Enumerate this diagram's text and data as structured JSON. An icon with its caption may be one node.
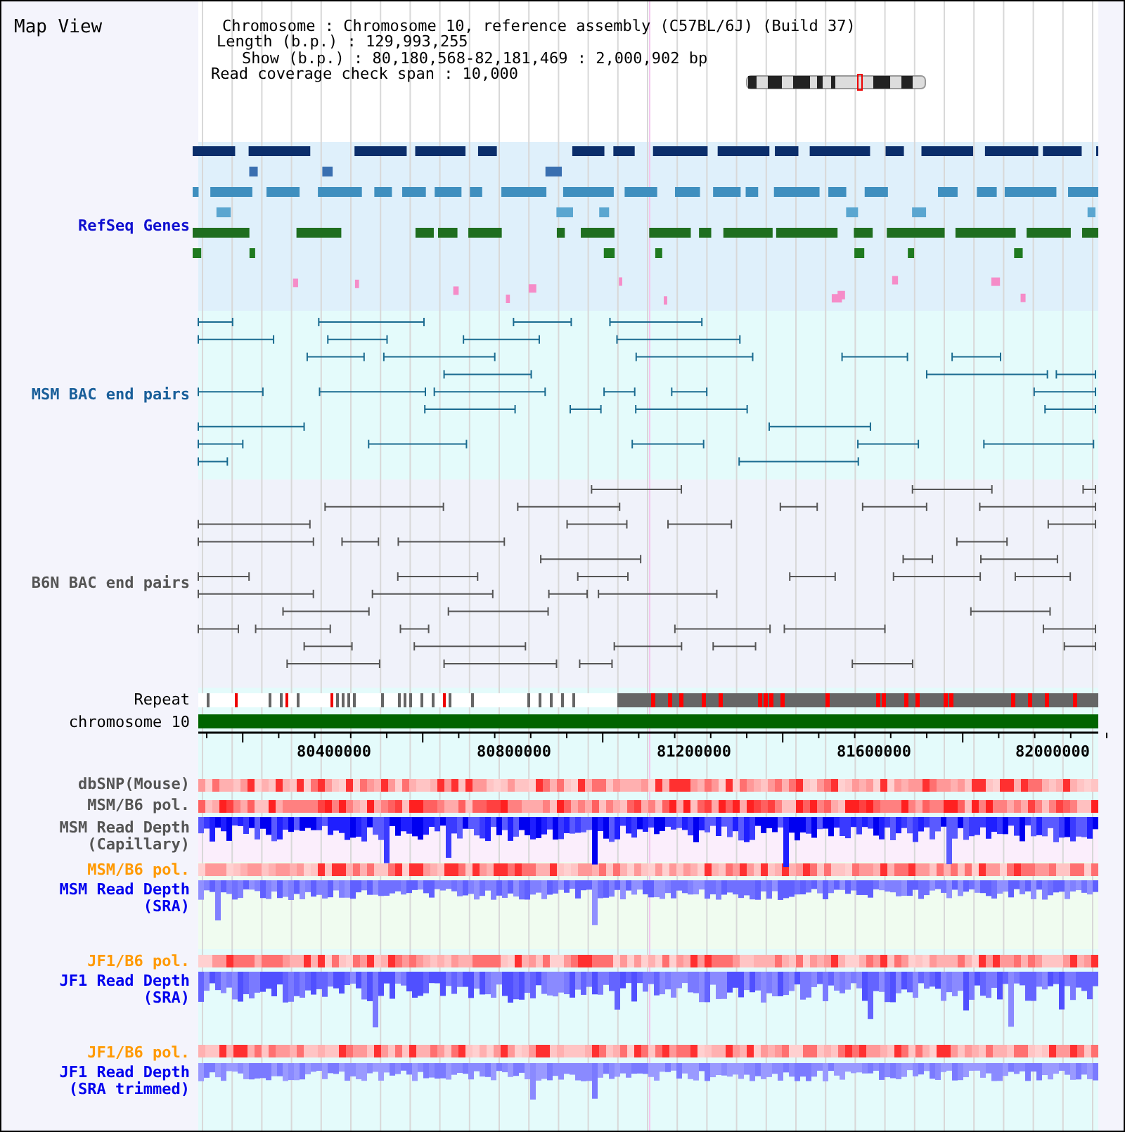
{
  "diagram": {
    "title": "Map View",
    "labels": [
      "Chromosome : Chromosome 10, reference assembly (C57BL/6J) (Build 37)",
      "Length (b.p.) : 129,993,255",
      "Show (b.p.) : 80,180,568-82,181,469 : 2,000,902 bp",
      "Read coverage check span : 10,000",
      "RefSeq Genes",
      "MSM BAC end pairs",
      "B6N BAC end pairs",
      "Repeat",
      "chromosome 10",
      "80400000",
      "80800000",
      "81200000",
      "81600000",
      "82000000",
      "dbSNP(Mouse)",
      "MSM/B6 pol.",
      "MSM Read Depth (Capillary)",
      "MSM/B6 pol.",
      "MSM Read Depth (SRA)",
      "JF1/B6 pol.",
      "JF1 Read Depth (SRA)",
      "JF1/B6 pol.",
      "JF1 Read Depth (SRA trimmed)"
    ]
  }
}
